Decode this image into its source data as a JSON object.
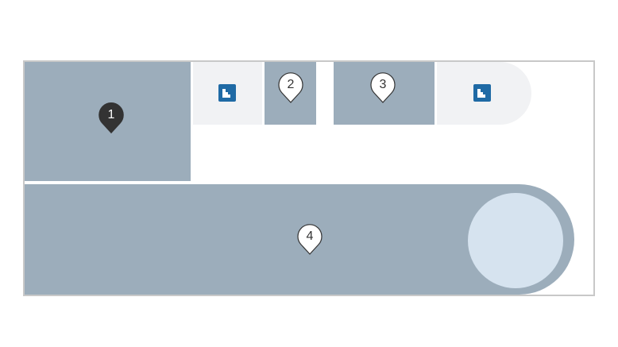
{
  "colors": {
    "occupied": "#9cadbb",
    "available": "#f1f2f4",
    "frame": "#c8c8c8",
    "circle": "#d6e3ef",
    "stair_icon": "#1f6aa5",
    "pin_selected": "#333333",
    "pin_default": "#ffffff"
  },
  "markers": [
    {
      "id": "1",
      "label": "1",
      "state": "selected"
    },
    {
      "id": "2",
      "label": "2",
      "state": "default"
    },
    {
      "id": "3",
      "label": "3",
      "state": "default"
    },
    {
      "id": "4",
      "label": "4",
      "state": "default"
    }
  ],
  "icons": [
    {
      "name": "stairs-icon"
    },
    {
      "name": "stairs-icon"
    }
  ]
}
